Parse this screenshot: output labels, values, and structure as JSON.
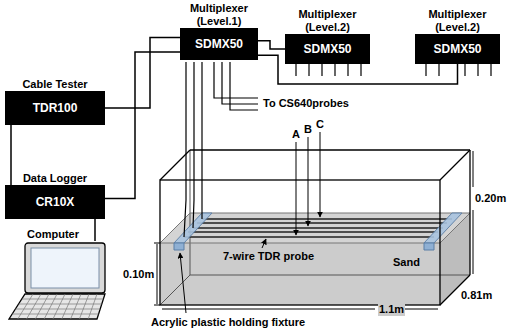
{
  "diagram": {
    "nodes": [
      {
        "text": [
          "Multiplexer (Level.1)",
          "SDMX50"
        ]
      },
      {
        "text": [
          "Multiplexer (Level.2)",
          "SDMX50"
        ]
      },
      {
        "text": [
          "Multiplexer (Level.2)",
          "SDMX50"
        ]
      },
      {
        "text": [
          "Cable Tester",
          "TDR100"
        ]
      },
      {
        "text": [
          "Data Logger",
          "CR10X"
        ]
      },
      {
        "text": [
          "Computer"
        ]
      }
    ],
    "edges": [
      {
        "from": 0,
        "to": 1,
        "arrow": "none"
      },
      {
        "from": 0,
        "to": 2,
        "arrow": "none"
      },
      {
        "from": 3,
        "to": 0,
        "arrow": "none"
      },
      {
        "from": 4,
        "to": 0,
        "arrow": "none"
      },
      {
        "from": 4,
        "to": 3,
        "arrow": "none"
      },
      {
        "from": 4,
        "to": 5,
        "arrow": "none"
      }
    ],
    "labels": [
      "To CS640probes",
      "A",
      "B",
      "C",
      "0.20m",
      "0.10m",
      "0.81m",
      "1.1m",
      "7-wire TDR probe",
      "Sand",
      "Acrylic plastic holding fixture"
    ]
  }
}
